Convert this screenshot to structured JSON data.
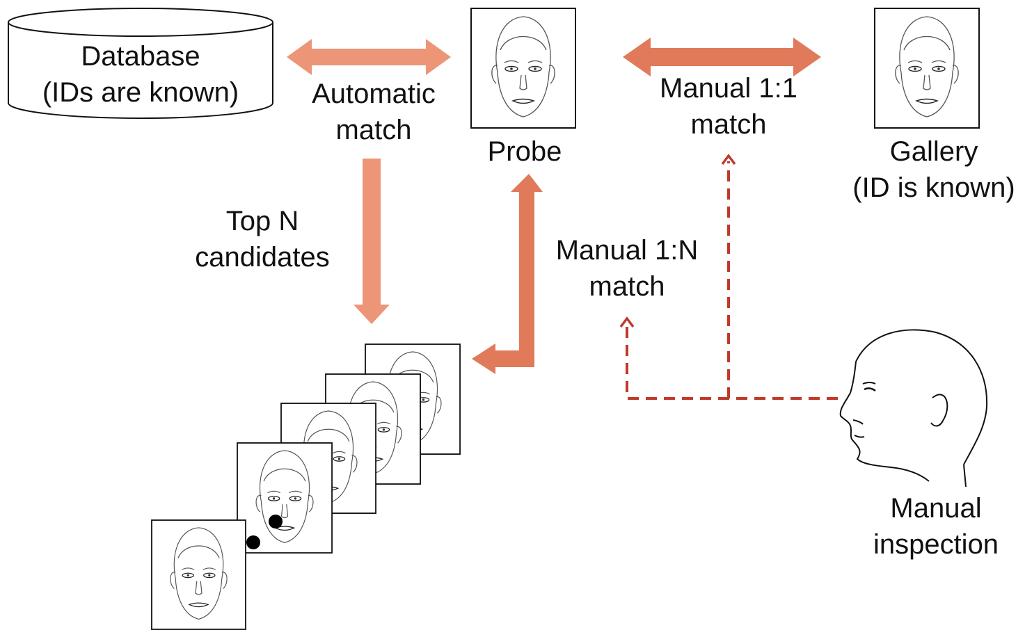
{
  "colors": {
    "arrow_light": "#ec9577",
    "arrow_medium": "#e07a5a",
    "arrow_dashed": "#c0392b",
    "text": "#111111"
  },
  "database": {
    "line1": "Database",
    "line2": "(IDs are known)"
  },
  "automatic_match": {
    "line1": "Automatic",
    "line2": "match"
  },
  "probe": {
    "label": "Probe"
  },
  "manual_1to1": {
    "line1": "Manual 1:1",
    "line2": "match"
  },
  "gallery": {
    "line1": "Gallery",
    "line2": "(ID is known)"
  },
  "top_n": {
    "line1": "Top N",
    "line2": "candidates"
  },
  "manual_1toN": {
    "line1": "Manual 1:N",
    "line2": "match"
  },
  "manual_inspection": {
    "line1": "Manual",
    "line2": "inspection"
  },
  "icons": {
    "database": "database-cylinder-icon",
    "probe": "face-portrait-icon",
    "gallery": "face-portrait-icon",
    "candidates": "face-portrait-stack-icon",
    "inspector": "head-profile-icon"
  }
}
